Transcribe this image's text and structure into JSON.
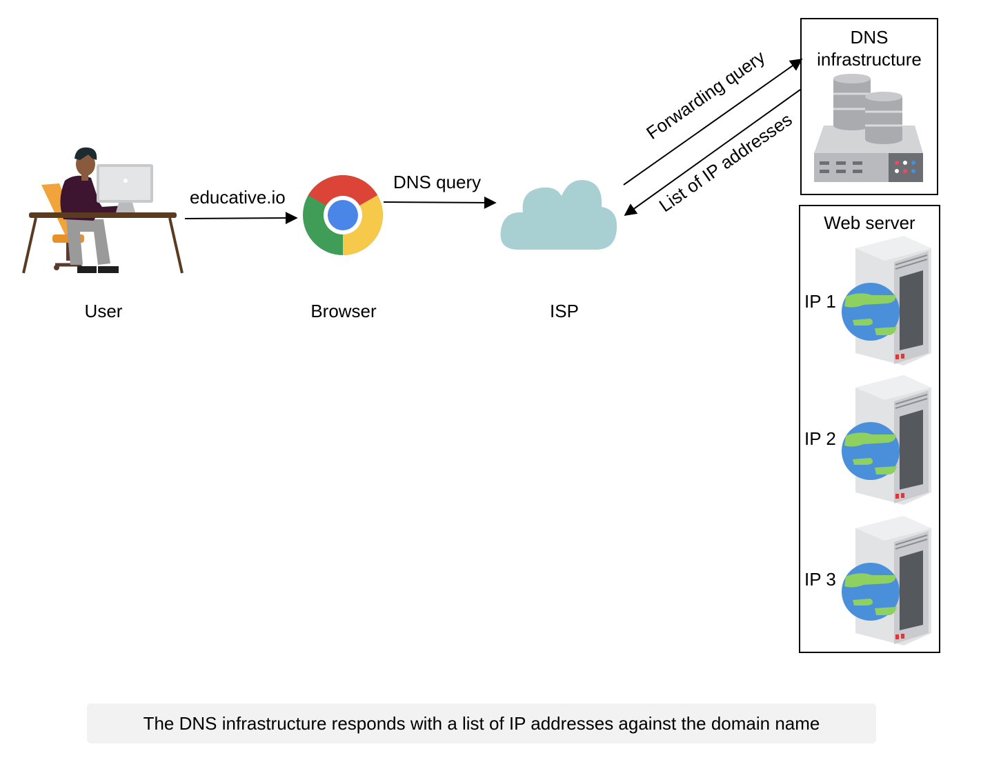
{
  "nodes": {
    "user": "User",
    "browser": "Browser",
    "isp": "ISP"
  },
  "edges": {
    "user_to_browser": "educative.io",
    "browser_to_isp": "DNS query",
    "isp_to_dns": "Forwarding query",
    "dns_to_isp": "List of IP addresses"
  },
  "dns_box": {
    "title_line1": "DNS",
    "title_line2": "infrastructure"
  },
  "web_box": {
    "title": "Web server",
    "servers": [
      "IP 1",
      "IP 2",
      "IP 3"
    ]
  },
  "caption": "The DNS infrastructure responds with a list of IP addresses against the domain name",
  "colors": {
    "chrome_red": "#db4437",
    "chrome_green": "#3f9d58",
    "chrome_yellow": "#f6c94a",
    "chrome_blue": "#4a86e8",
    "cloud": "#a8d0d3",
    "globe_blue": "#4a8fd9",
    "globe_green": "#8fd161"
  }
}
